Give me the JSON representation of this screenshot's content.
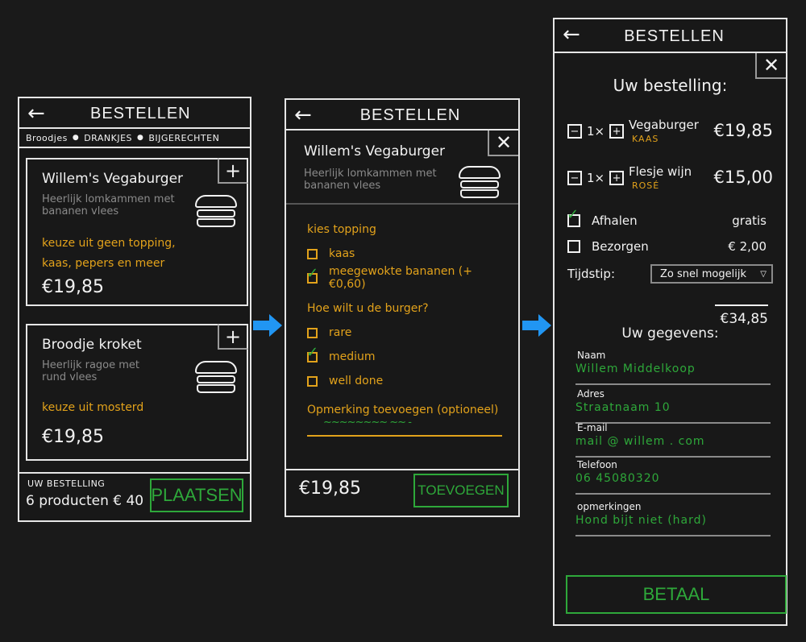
{
  "colors": {
    "background": "#1a1a1a",
    "ink": "#f2f2f2",
    "muted": "#8a8a8a",
    "accent_orange": "#e2a21b",
    "accent_green": "#2ea83a",
    "arrow_blue": "#2196f3"
  },
  "screen1": {
    "header": {
      "back_icon": "←",
      "title": "BESTELLEN"
    },
    "categories": [
      "Broodjes",
      "DRANKJES",
      "BIJGERECHTEN"
    ],
    "cards": [
      {
        "name": "Willem's Vegaburger",
        "description": "Heerlijk lomkammen met bananen vlees",
        "options": "keuze uit geen topping, kaas, pepers en meer",
        "price": "€19,85",
        "add_icon": "+"
      },
      {
        "name": "Broodje kroket",
        "description": "Heerlijk ragoe met rund vlees",
        "options": "keuze uit mosterd",
        "price": "€19,85",
        "add_icon": "+"
      }
    ],
    "footer": {
      "label": "UW BESTELLING",
      "summary": "6 producten € 40",
      "place_button": "PLAATSEN"
    }
  },
  "screen2": {
    "header": {
      "back_icon": "←",
      "title": "BESTELLEN",
      "close_icon": "✕"
    },
    "item": {
      "name": "Willem's Vegaburger",
      "description": "Heerlijk lomkammen met bananen vlees"
    },
    "topping": {
      "question": "kies topping",
      "options": [
        {
          "label": "kaas",
          "checked": false
        },
        {
          "label": "meegewokte bananen (+ €0,60)",
          "checked": true
        }
      ]
    },
    "doneness": {
      "question": "Hoe wilt u de burger?",
      "options": [
        {
          "label": "rare",
          "checked": false
        },
        {
          "label": "medium",
          "checked": true
        },
        {
          "label": "well done",
          "checked": false
        }
      ]
    },
    "note": {
      "label": "Opmerking toevoegen (optioneel)",
      "value": "~~~~~~~~ ~~ -"
    },
    "footer": {
      "price": "€19,85",
      "add_button": "TOEVOEGEN"
    }
  },
  "screen3": {
    "header": {
      "back_icon": "←",
      "title": "BESTELLEN",
      "close_icon": "✕"
    },
    "order_title": "Uw bestelling:",
    "order_lines": [
      {
        "minus": "−",
        "qty": "1×",
        "plus": "+",
        "name": "Vegaburger",
        "variant": "KAAS",
        "price": "€19,85"
      },
      {
        "minus": "−",
        "qty": "1×",
        "plus": "+",
        "name": "Flesje wijn",
        "variant": "ROSÉ",
        "price": "€15,00"
      }
    ],
    "delivery": [
      {
        "label": "Afhalen",
        "cost": "gratis",
        "checked": true
      },
      {
        "label": "Bezorgen",
        "cost": "€ 2,00",
        "checked": false
      }
    ],
    "time": {
      "label": "Tijdstip:",
      "selected": "Zo snel mogelijk",
      "caret": "▽"
    },
    "total": "€34,85",
    "details_title": "Uw gegevens:",
    "fields": [
      {
        "label": "Naam",
        "value": "Willem Middelkoop"
      },
      {
        "label": "Adres",
        "value": "Straatnaam 10"
      },
      {
        "label": "E-mail",
        "value": "mail @ willem . com"
      },
      {
        "label": "Telefoon",
        "value": "06 45080320"
      },
      {
        "label": "opmerkingen",
        "value": "Hond bijt niet (hard)"
      }
    ],
    "pay_button": "BETAAL"
  }
}
